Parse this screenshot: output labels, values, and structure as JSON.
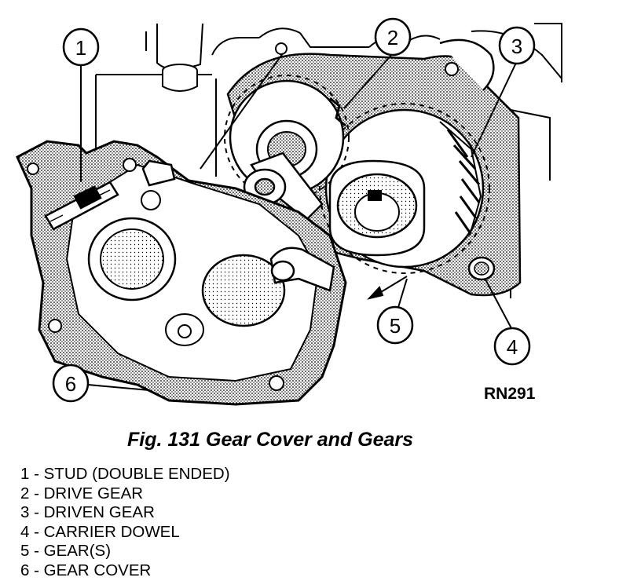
{
  "figure": {
    "caption": "Fig. 131 Gear Cover and Gears",
    "code": "RN291"
  },
  "callouts": [
    {
      "number": "1"
    },
    {
      "number": "2"
    },
    {
      "number": "3"
    },
    {
      "number": "4"
    },
    {
      "number": "5"
    },
    {
      "number": "6"
    }
  ],
  "legend": [
    {
      "number": "1",
      "separator": " - ",
      "label": "STUD (DOUBLE ENDED)"
    },
    {
      "number": "2",
      "separator": " - ",
      "label": "DRIVE GEAR"
    },
    {
      "number": "3",
      "separator": " - ",
      "label": "DRIVEN GEAR"
    },
    {
      "number": "4",
      "separator": " - ",
      "label": "CARRIER DOWEL"
    },
    {
      "number": "5",
      "separator": " - ",
      "label": "GEAR(S)"
    },
    {
      "number": "6",
      "separator": " - ",
      "label": "GEAR COVER"
    }
  ]
}
